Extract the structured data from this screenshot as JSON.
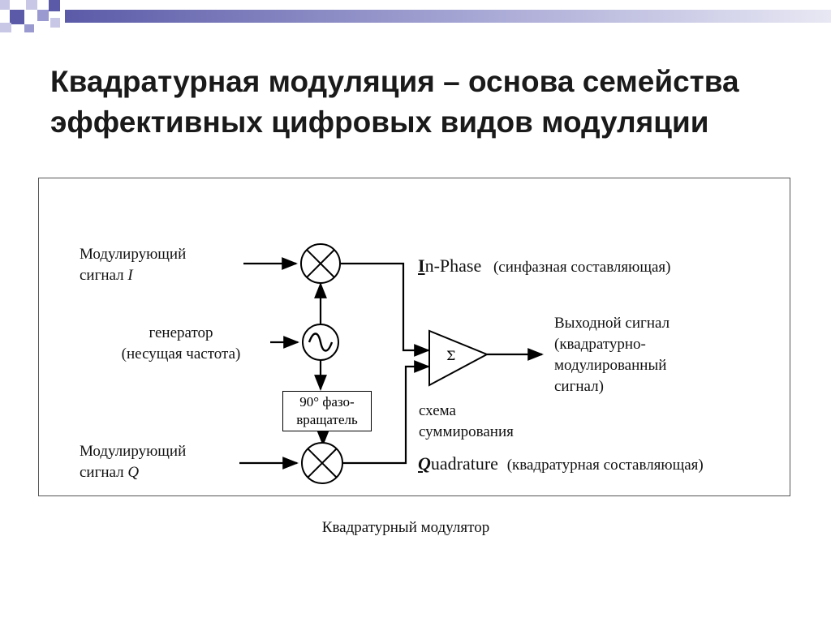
{
  "title": {
    "line1": "Квадратурная модуляция – основа семейства",
    "line2": "эффективных цифровых видов модуляции"
  },
  "diagram": {
    "input_i": {
      "line1": "Модулирующий",
      "line2_prefix": "сигнал ",
      "line2_symbol": "I"
    },
    "generator": {
      "line1": "генератор",
      "line2": "(несущая частота)"
    },
    "input_q": {
      "line1": "Модулирующий",
      "line2_prefix": "сигнал ",
      "line2_symbol": "Q"
    },
    "phase_shifter": {
      "line1": "90° фазо-",
      "line2": "вращатель"
    },
    "in_phase": {
      "first_letter": "I",
      "rest": "n-Phase",
      "desc": "(синфазная составляющая)"
    },
    "quadrature": {
      "first_letter": "Q",
      "rest": "uadrature",
      "desc": "(квадратурная составляющая)"
    },
    "summer_symbol": "Σ",
    "summer_label": {
      "line1": "схема",
      "line2": "суммирования"
    },
    "output": {
      "line1": "Выходной сигнал",
      "line2": "(квадратурно-",
      "line3": "модулированный",
      "line4": "сигнал)"
    }
  },
  "caption": "Квадратурный модулятор",
  "colors": {
    "deco_dark": "#5a5aa8",
    "deco_light": "#c8c8e6",
    "line": "#000000"
  }
}
